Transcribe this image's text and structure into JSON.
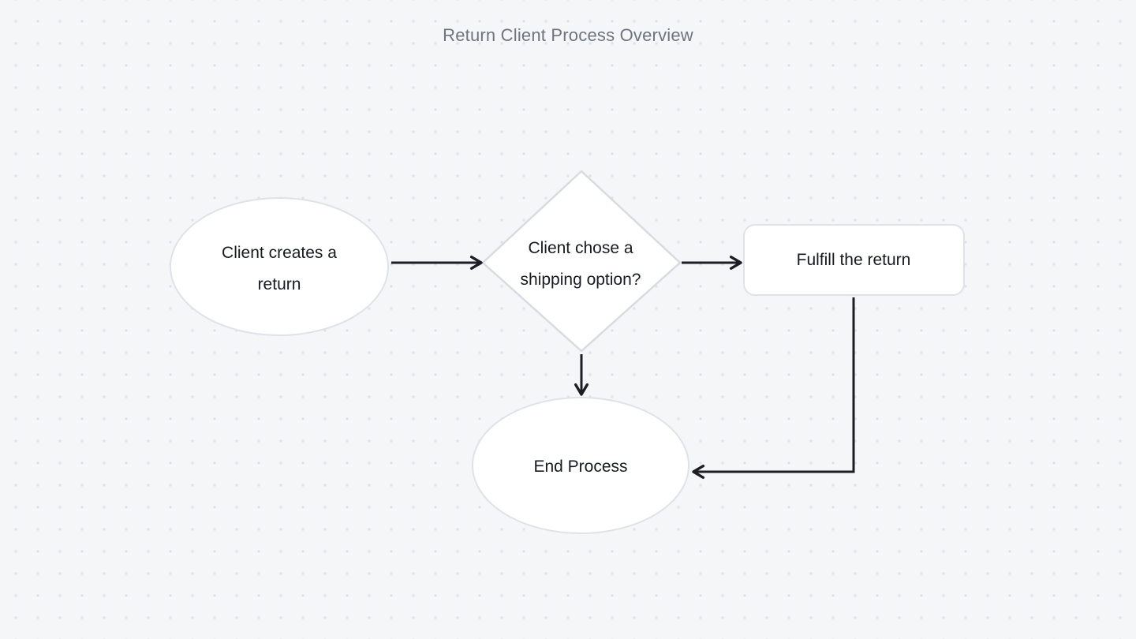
{
  "title": "Return Client Process Overview",
  "colors": {
    "background": "#f5f6f8",
    "grid_dot": "#e0e2e7",
    "node_fill": "#ffffff",
    "node_border": "#dfe2e7",
    "diamond_border": "#d8dbe0",
    "node_text": "#171a20",
    "title_text": "#6d7580",
    "arrow": "#1b1e24"
  },
  "nodes": [
    {
      "id": "start",
      "type": "ellipse",
      "label": "Client creates a\nreturn"
    },
    {
      "id": "decision",
      "type": "diamond",
      "label": "Client chose a\nshipping option?"
    },
    {
      "id": "fulfill",
      "type": "rectangle",
      "label": "Fulfill the return"
    },
    {
      "id": "end",
      "type": "ellipse",
      "label": "End Process"
    }
  ],
  "edges": [
    {
      "from": "start",
      "to": "decision",
      "shape": "straight-horizontal"
    },
    {
      "from": "decision",
      "to": "fulfill",
      "shape": "straight-horizontal"
    },
    {
      "from": "decision",
      "to": "end",
      "shape": "straight-vertical"
    },
    {
      "from": "fulfill",
      "to": "end",
      "shape": "elbow-down-left"
    }
  ]
}
